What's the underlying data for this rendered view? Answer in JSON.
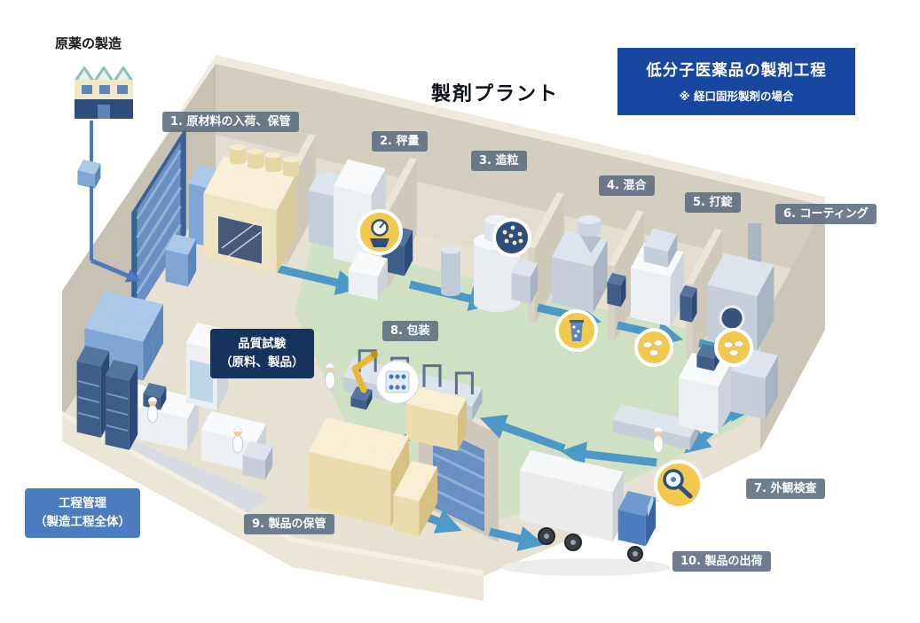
{
  "title": "製剤プラント",
  "api_source_label": "原薬の製造",
  "legend": {
    "title": "低分子医薬品の製剤工程",
    "note": "※ 経口固形製剤の場合"
  },
  "steps": [
    {
      "num": "1",
      "label": "1. 原材料の入荷、保管"
    },
    {
      "num": "2",
      "label": "2. 秤量"
    },
    {
      "num": "3",
      "label": "3. 造粒"
    },
    {
      "num": "4",
      "label": "4. 混合"
    },
    {
      "num": "5",
      "label": "5. 打錠"
    },
    {
      "num": "6",
      "label": "6. コーティング"
    },
    {
      "num": "7",
      "label": "7. 外観検査"
    },
    {
      "num": "8",
      "label": "8. 包装"
    },
    {
      "num": "9",
      "label": "9. 製品の保管"
    },
    {
      "num": "10",
      "label": "10. 製品の出荷"
    }
  ],
  "quality": {
    "line1": "品質試験",
    "line2": "（原料、製品）"
  },
  "control": {
    "line1": "工程管理",
    "line2": "（製造工程全体）"
  },
  "icons": [
    "factory-icon",
    "package-icon",
    "scale-icon",
    "granules-icon",
    "blender-icon",
    "tablets-icon",
    "coated-tablets-icon",
    "blister-pack-icon",
    "magnifier-icon",
    "truck-icon",
    "receiving-door",
    "shipping-dock-door",
    "flow-arrow"
  ],
  "colors": {
    "legend_bg": "#1747a0",
    "step_label_bg": "#5d6c80",
    "quality_box_bg": "#16335f",
    "process_box_bg": "#4a7cbf",
    "arrow_blue": "#4596c8",
    "floor_green": "#cfe0c3",
    "wall_beige": "#d4cec1",
    "accent_yellow": "#f2c94e",
    "navy": "#2e4d7c"
  }
}
